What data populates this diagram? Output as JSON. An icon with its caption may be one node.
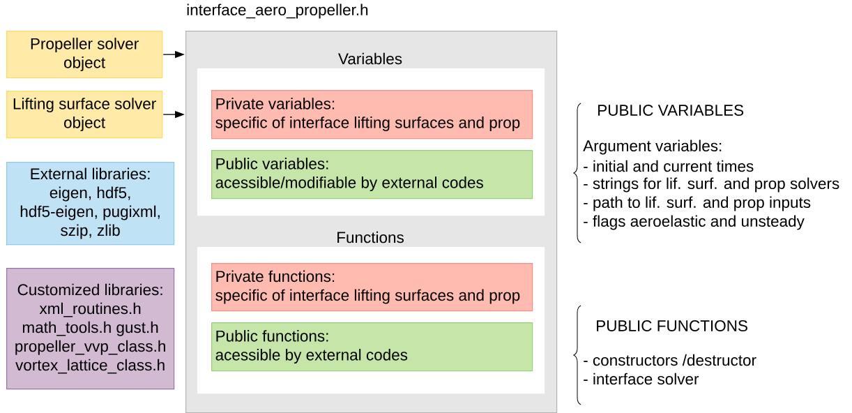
{
  "diagram": {
    "nodes": [
      {
        "text": [
          "Propeller solver object"
        ]
      },
      {
        "text": [
          "Lifting surface solver object"
        ]
      },
      {
        "text": [
          "External libraries:",
          "eigen, hdf5, hdf5-eigen, pugixml, szip, zlib"
        ]
      },
      {
        "text": [
          "Customized libraries:",
          "xml_routines.h math_tools.h gust.h propeller_vvp_class.h vortex_lattice_class.h"
        ]
      },
      {
        "text": [
          "interface_aero_propeller.h"
        ]
      },
      {
        "text": [
          "Variables"
        ],
        "in": 4
      },
      {
        "text": [
          "Private variables:",
          "specific of interface lifting surfaces and prop"
        ],
        "in": 5
      },
      {
        "text": [
          "Public variables:",
          "acessible/modifiable by external codes"
        ],
        "in": 5
      },
      {
        "text": [
          "Functions"
        ],
        "in": 4
      },
      {
        "text": [
          "Private functions:",
          "specific of interface lifting surfaces and prop"
        ],
        "in": 8
      },
      {
        "text": [
          "Public functions:",
          "acessible by external codes"
        ],
        "in": 8
      }
    ],
    "edges": [
      {
        "from": 0,
        "to": 4,
        "arrow": "to"
      },
      {
        "from": 1,
        "to": 4,
        "arrow": "to"
      }
    ],
    "labels": [
      "PUBLIC VARIABLES",
      "Argument variables:",
      "- initial and current times",
      "- strings for lif. surf. and prop solvers",
      "- path to lif. surf. and prop inputs",
      "- flags aeroelastic and unsteady",
      "PUBLIC FUNCTIONS",
      "- constructors /destructor",
      "- interface solver"
    ]
  }
}
